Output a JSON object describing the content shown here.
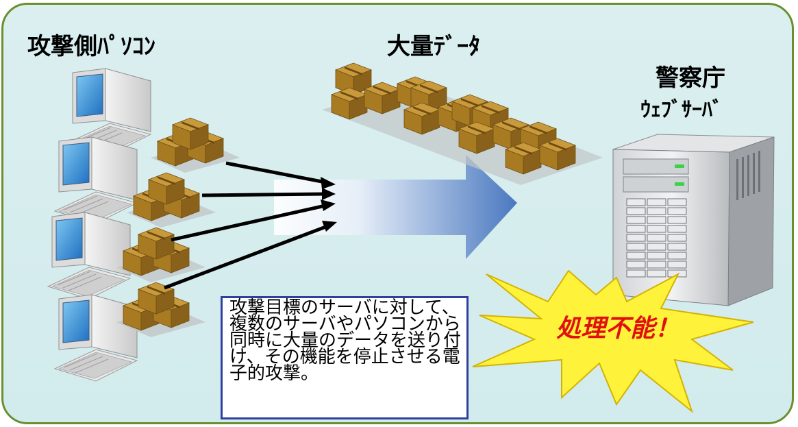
{
  "labels": {
    "attacker": "攻撃側ﾊﾟｿｺﾝ",
    "data": "大量ﾃﾞｰﾀ",
    "target_name": "警察庁",
    "target_sub": "ｳｪﾌﾞｻｰﾊﾞ"
  },
  "description": "攻撃目標のサーバに対して、複数のサーバやパソコンから同時に大量のデータを送り付け、その機能を停止させる電子的攻撃。",
  "burst_text": "処理不能！",
  "colors": {
    "frame_border": "#6a8f2e",
    "background": "#d6edee",
    "arrow": "#4a78c0",
    "burst_fill": "#fff23a",
    "burst_text": "#e01010",
    "box_border": "#3040a0"
  },
  "icons": {
    "computer": "desktop-computer-icon",
    "box": "cardboard-box-icon",
    "server": "tower-server-icon"
  }
}
